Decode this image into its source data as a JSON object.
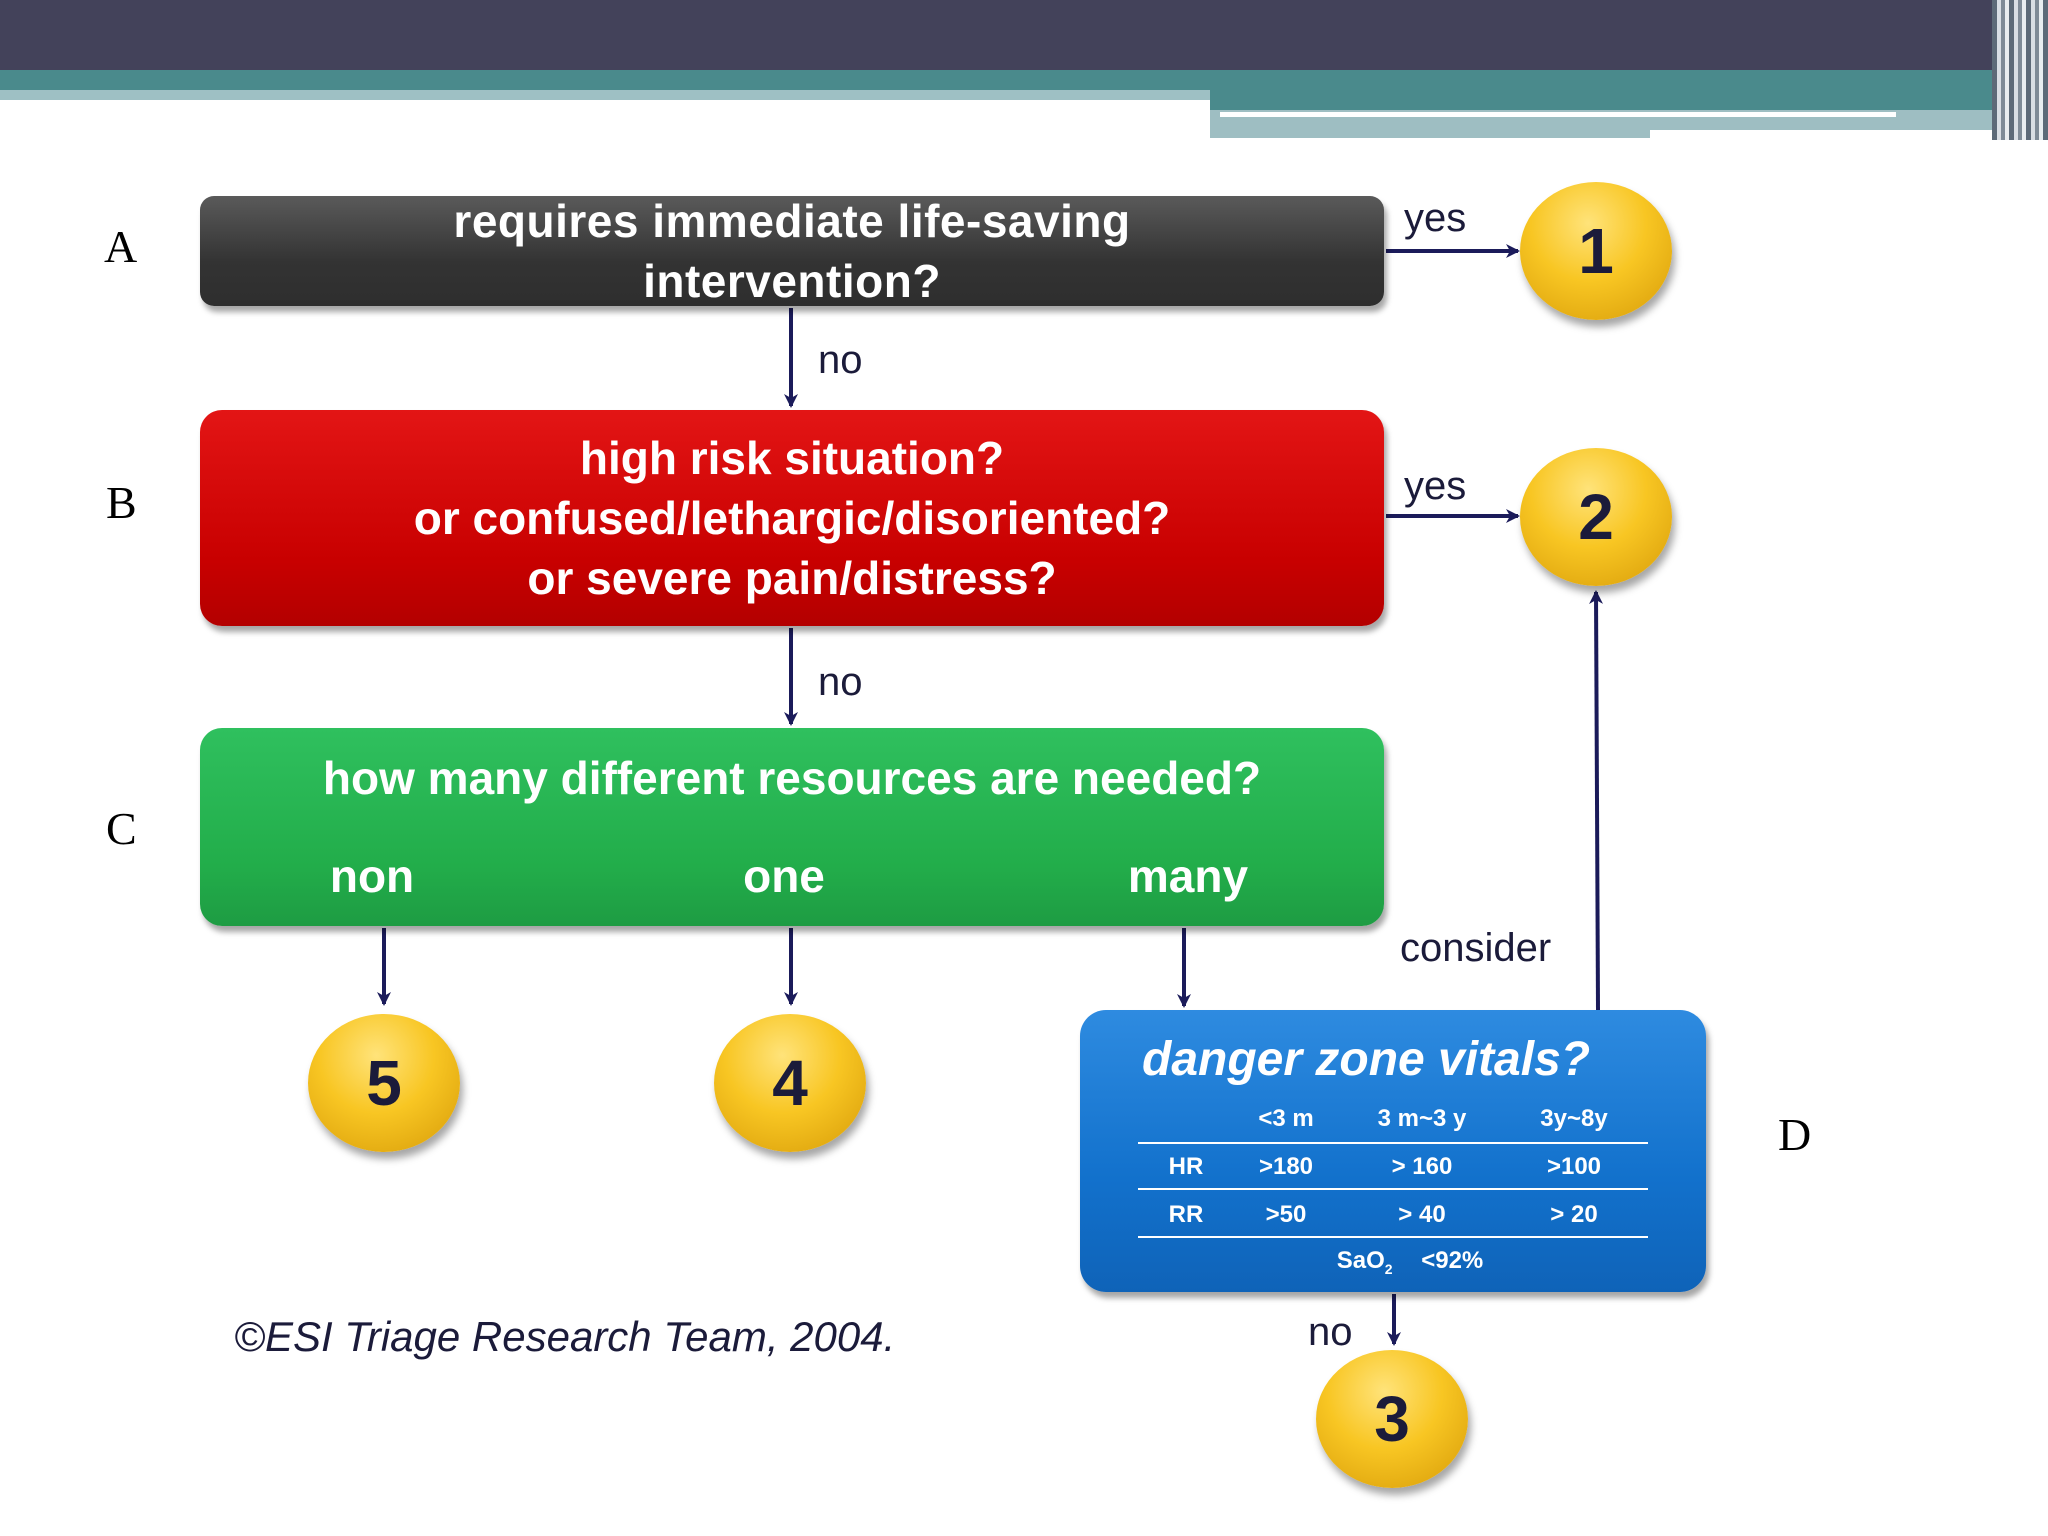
{
  "side_letters": {
    "a": "A",
    "b": "B",
    "c": "C",
    "d": "D"
  },
  "boxes": {
    "a": {
      "line1": "requires immediate life-saving",
      "line2": "intervention?"
    },
    "b": {
      "line1": "high risk situation?",
      "line2": "or confused/lethargic/disoriented?",
      "line3": "or severe pain/distress?"
    },
    "c": {
      "question": "how many different resources are needed?",
      "options": [
        "non",
        "one",
        "many"
      ]
    },
    "d": {
      "title": "danger zone vitals?",
      "columns": [
        "<3 m",
        "3 m~3 y",
        "3y~8y"
      ],
      "rows": [
        {
          "label": "HR",
          "values": [
            ">180",
            "> 160",
            ">100"
          ]
        },
        {
          "label": "RR",
          "values": [
            ">50",
            "> 40",
            "> 20"
          ]
        }
      ],
      "sao2_label": "SaO",
      "sao2_sub": "2",
      "sao2_value": "<92%"
    }
  },
  "levels": [
    "1",
    "2",
    "3",
    "4",
    "5"
  ],
  "flow_labels": {
    "yes_a": "yes",
    "no_a": "no",
    "yes_b": "yes",
    "no_b": "no",
    "consider": "consider",
    "no_d": "no"
  },
  "credit": "©ESI Triage Research Team, 2004.",
  "colors": {
    "box_a": "#333333",
    "box_b": "#c80000",
    "box_c": "#22ad4a",
    "box_d": "#1271cc",
    "circle": "#f8c623",
    "arrow": "#1b1b5a",
    "header_dark": "#43425a",
    "header_teal": "#4a8a8c"
  }
}
